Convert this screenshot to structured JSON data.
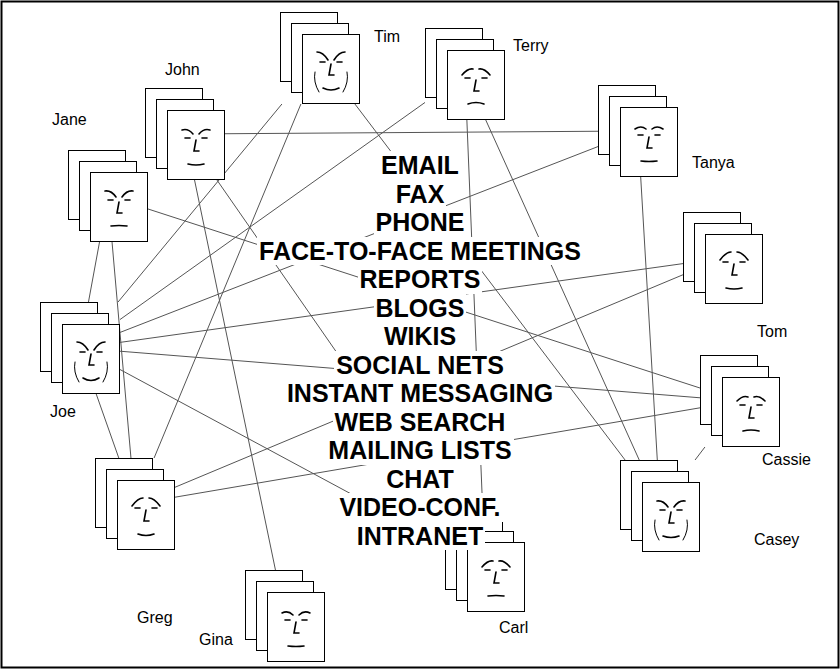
{
  "diagram": {
    "nodes": [
      {
        "text": [
          "Tim"
        ]
      },
      {
        "text": [
          "Terry"
        ]
      },
      {
        "text": [
          "John"
        ]
      },
      {
        "text": [
          "Tanya"
        ]
      },
      {
        "text": [
          "Jane"
        ]
      },
      {
        "text": [
          "Tom"
        ]
      },
      {
        "text": [
          "Joe"
        ]
      },
      {
        "text": [
          "Cassie"
        ]
      },
      {
        "text": [
          "Casey"
        ]
      },
      {
        "text": [
          "Greg"
        ]
      },
      {
        "text": [
          "Gina"
        ]
      },
      {
        "text": [
          "Carl"
        ]
      }
    ],
    "edges": [
      {
        "from": 2,
        "to": 3,
        "arrow": "none"
      },
      {
        "from": 2,
        "to": 10,
        "arrow": "none"
      },
      {
        "from": 2,
        "to": 11,
        "arrow": "none"
      },
      {
        "from": 0,
        "to": 6,
        "arrow": "none"
      },
      {
        "from": 0,
        "to": 9,
        "arrow": "none"
      },
      {
        "from": 0,
        "to": 8,
        "arrow": "none"
      },
      {
        "from": 1,
        "to": 11,
        "arrow": "none"
      },
      {
        "from": 1,
        "to": 8,
        "arrow": "none"
      },
      {
        "from": 1,
        "to": 6,
        "arrow": "none"
      },
      {
        "from": 3,
        "to": 6,
        "arrow": "none"
      },
      {
        "from": 3,
        "to": 8,
        "arrow": "none"
      },
      {
        "from": 4,
        "to": 7,
        "arrow": "none"
      },
      {
        "from": 4,
        "to": 9,
        "arrow": "none"
      },
      {
        "from": 4,
        "to": 6,
        "arrow": "none"
      },
      {
        "from": 6,
        "to": 7,
        "arrow": "none"
      },
      {
        "from": 6,
        "to": 5,
        "arrow": "none"
      },
      {
        "from": 6,
        "to": 11,
        "arrow": "none"
      },
      {
        "from": 6,
        "to": 9,
        "arrow": "none"
      },
      {
        "from": 5,
        "to": 9,
        "arrow": "none"
      },
      {
        "from": 9,
        "to": 7,
        "arrow": "none"
      },
      {
        "from": 7,
        "to": 8,
        "arrow": "none"
      }
    ],
    "labels": [
      "EMAIL",
      "FAX",
      "PHONE",
      "FACE-TO-FACE MEETINGS",
      "REPORTS",
      "BLOGS",
      "WIKIS",
      "SOCIAL NETS",
      "INSTANT MESSAGING",
      "WEB SEARCH",
      "MAILING LISTS",
      "CHAT",
      "VIDEO-CONF.",
      "INTRANET"
    ]
  }
}
